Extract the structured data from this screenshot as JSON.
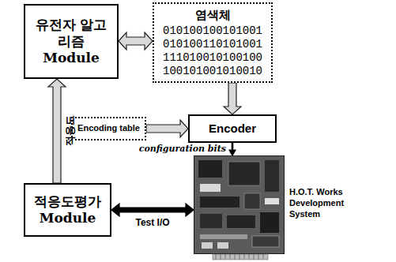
{
  "diagram": {
    "nodes": [
      {
        "text": [
          "유전자 알고리즘 Module"
        ]
      },
      {
        "text": [
          "염색체",
          "010100100101001 010100110101001 111010010100100 100101001010010"
        ]
      },
      {
        "text": [
          "Encoding table"
        ]
      },
      {
        "text": [
          "Encoder"
        ]
      },
      {
        "text": [
          "H.O.T. Works Development System"
        ]
      },
      {
        "text": [
          "적응도평가 Module"
        ]
      }
    ],
    "edges": [
      {
        "from": 0,
        "to": 1,
        "arrow": "both"
      },
      {
        "from": 1,
        "to": 3,
        "arrow": "to"
      },
      {
        "from": 2,
        "to": 3,
        "arrow": "to"
      },
      {
        "from": 3,
        "to": 4,
        "label": "configuration bits",
        "arrow": "to"
      },
      {
        "from": 5,
        "to": 0,
        "label": "적응도",
        "arrow": "to"
      },
      {
        "from": 5,
        "to": 4,
        "label": "Test I/O",
        "arrow": "both"
      }
    ]
  }
}
